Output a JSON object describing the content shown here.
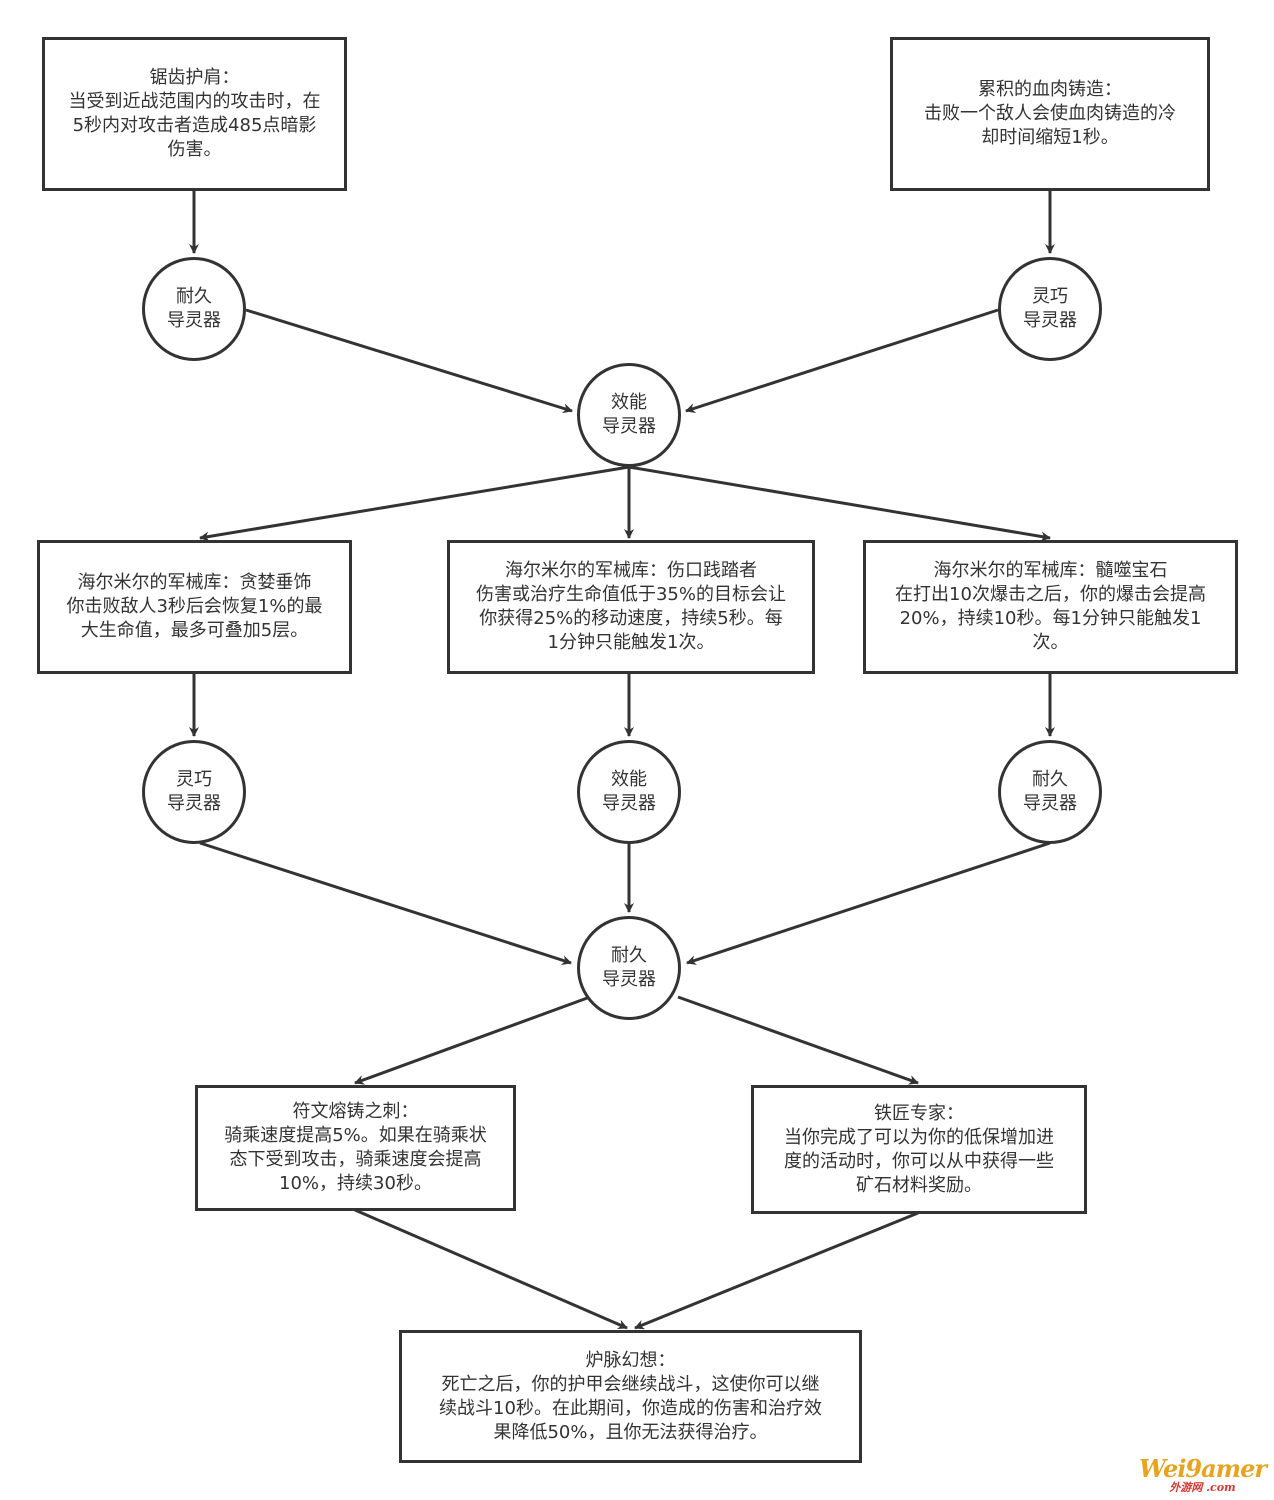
{
  "nodes": {
    "box1": {
      "title": "锯齿护肩：",
      "lines": [
        "当受到近战范围内的攻击时，在",
        "5秒内对攻击者造成485点暗影",
        "伤害。"
      ]
    },
    "box2": {
      "title": "累积的血肉铸造：",
      "lines": [
        "击败一个敌人会使血肉铸造的冷",
        "却时间缩短1秒。"
      ]
    },
    "c1": {
      "lines": [
        "耐久",
        "导灵器"
      ]
    },
    "c2": {
      "lines": [
        "灵巧",
        "导灵器"
      ]
    },
    "c3": {
      "lines": [
        "效能",
        "导灵器"
      ]
    },
    "box3": {
      "title": "海尔米尔的军械库：贪婪垂饰",
      "lines": [
        "你击败敌人3秒后会恢复1%的最",
        "大生命值，最多可叠加5层。"
      ]
    },
    "box4": {
      "title": "海尔米尔的军械库：伤口践踏者",
      "lines": [
        "伤害或治疗生命值低于35%的目标会让",
        "你获得25%的移动速度，持续5秒。每",
        "1分钟只能触发1次。"
      ]
    },
    "box5": {
      "title": "海尔米尔的军械库：髓噬宝石",
      "lines": [
        "在打出10次爆击之后，你的爆击会提高",
        "20%，持续10秒。每1分钟只能触发1",
        "次。"
      ]
    },
    "c4": {
      "lines": [
        "灵巧",
        "导灵器"
      ]
    },
    "c5": {
      "lines": [
        "效能",
        "导灵器"
      ]
    },
    "c6": {
      "lines": [
        "耐久",
        "导灵器"
      ]
    },
    "c7": {
      "lines": [
        "耐久",
        "导灵器"
      ]
    },
    "box6": {
      "title": "符文熔铸之刺：",
      "lines": [
        "骑乘速度提高5%。如果在骑乘状",
        "态下受到攻击，骑乘速度会提高",
        "10%，持续30秒。"
      ]
    },
    "box7": {
      "title": "铁匠专家：",
      "lines": [
        "当你完成了可以为你的低保增加进",
        "度的活动时，你可以从中获得一些",
        "矿石材料奖励。"
      ]
    },
    "box8": {
      "title": "炉脉幻想：",
      "lines": [
        "死亡之后，你的护甲会继续战斗，这使你可以继",
        "续战斗10秒。在此期间，你造成的伤害和治疗效",
        "果降低50%，且你无法获得治疗。"
      ]
    }
  },
  "edges": [
    [
      "box1",
      "c1"
    ],
    [
      "box2",
      "c2"
    ],
    [
      "c1",
      "c3"
    ],
    [
      "c2",
      "c3"
    ],
    [
      "c3",
      "box3"
    ],
    [
      "c3",
      "box4"
    ],
    [
      "c3",
      "box5"
    ],
    [
      "box3",
      "c4"
    ],
    [
      "box4",
      "c5"
    ],
    [
      "box5",
      "c6"
    ],
    [
      "c4",
      "c7"
    ],
    [
      "c5",
      "c7"
    ],
    [
      "c6",
      "c7"
    ],
    [
      "c7",
      "box6"
    ],
    [
      "c7",
      "box7"
    ],
    [
      "box6",
      "box8"
    ],
    [
      "box7",
      "box8"
    ]
  ],
  "colors": {
    "stroke": "#333333",
    "background": "#ffffff"
  },
  "watermark": {
    "main": "Wei9amer",
    "sub": "外游网 .com"
  }
}
